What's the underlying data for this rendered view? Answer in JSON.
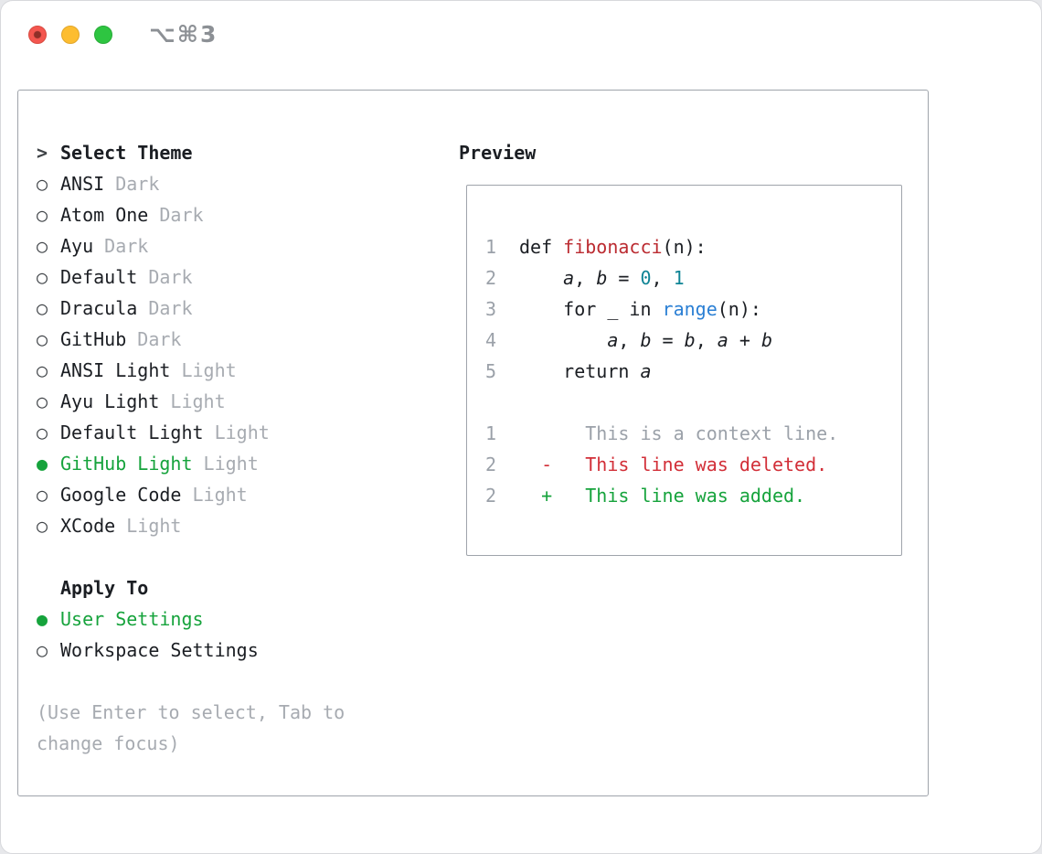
{
  "titlebar": {
    "shortcut": "⌥⌘3"
  },
  "icons": {
    "prompt": ">",
    "radio_unselected": "○",
    "radio_selected": "●"
  },
  "theme_selector": {
    "title": "Select Theme",
    "items": [
      {
        "name": "ANSI",
        "variant": "Dark",
        "selected": false
      },
      {
        "name": "Atom One",
        "variant": "Dark",
        "selected": false
      },
      {
        "name": "Ayu",
        "variant": "Dark",
        "selected": false
      },
      {
        "name": "Default",
        "variant": "Dark",
        "selected": false
      },
      {
        "name": "Dracula",
        "variant": "Dark",
        "selected": false
      },
      {
        "name": "GitHub",
        "variant": "Dark",
        "selected": false
      },
      {
        "name": "ANSI Light",
        "variant": "Light",
        "selected": false
      },
      {
        "name": "Ayu Light",
        "variant": "Light",
        "selected": false
      },
      {
        "name": "Default Light",
        "variant": "Light",
        "selected": false
      },
      {
        "name": "GitHub Light",
        "variant": "Light",
        "selected": true
      },
      {
        "name": "Google Code",
        "variant": "Light",
        "selected": false
      },
      {
        "name": "XCode",
        "variant": "Light",
        "selected": false
      }
    ]
  },
  "apply_to": {
    "title": "Apply To",
    "options": [
      {
        "label": "User Settings",
        "selected": true
      },
      {
        "label": "Workspace Settings",
        "selected": false
      }
    ]
  },
  "hint": "(Use Enter to select, Tab to change focus)",
  "preview": {
    "title": "Preview",
    "lines": [
      {
        "num": "1",
        "tokens": [
          [
            "def ",
            "plain"
          ],
          [
            "fibonacci",
            "func"
          ],
          [
            "(n):",
            "plain"
          ]
        ]
      },
      {
        "num": "2",
        "tokens": [
          [
            "    ",
            "plain"
          ],
          [
            "a",
            "var"
          ],
          [
            ", ",
            "plain"
          ],
          [
            "b",
            "var"
          ],
          [
            " = ",
            "plain"
          ],
          [
            "0",
            "number"
          ],
          [
            ", ",
            "plain"
          ],
          [
            "1",
            "number"
          ]
        ]
      },
      {
        "num": "3",
        "tokens": [
          [
            "    for _ in ",
            "plain"
          ],
          [
            "range",
            "builtin"
          ],
          [
            "(n):",
            "plain"
          ]
        ]
      },
      {
        "num": "4",
        "tokens": [
          [
            "        ",
            "plain"
          ],
          [
            "a",
            "var"
          ],
          [
            ", ",
            "plain"
          ],
          [
            "b",
            "var"
          ],
          [
            " = ",
            "plain"
          ],
          [
            "b",
            "var"
          ],
          [
            ", ",
            "plain"
          ],
          [
            "a",
            "var"
          ],
          [
            " + ",
            "plain"
          ],
          [
            "b",
            "var"
          ]
        ]
      },
      {
        "num": "5",
        "tokens": [
          [
            "    return ",
            "plain"
          ],
          [
            "a",
            "var"
          ]
        ]
      },
      {
        "num": "",
        "tokens": []
      },
      {
        "num": "1",
        "tokens": [
          [
            "      This is a context line.",
            "context"
          ]
        ]
      },
      {
        "num": "2",
        "tokens": [
          [
            "  -   This line was deleted.",
            "deleted"
          ]
        ]
      },
      {
        "num": "2",
        "tokens": [
          [
            "  +   This line was added.",
            "added"
          ]
        ]
      }
    ]
  },
  "colors": {
    "selection_green": "#16a33c",
    "deleted_red": "#d22f38",
    "function_red": "#bb2b31",
    "number_teal": "#0f8495",
    "builtin_blue": "#2a7fd4",
    "muted_gray": "#a7abb1"
  }
}
